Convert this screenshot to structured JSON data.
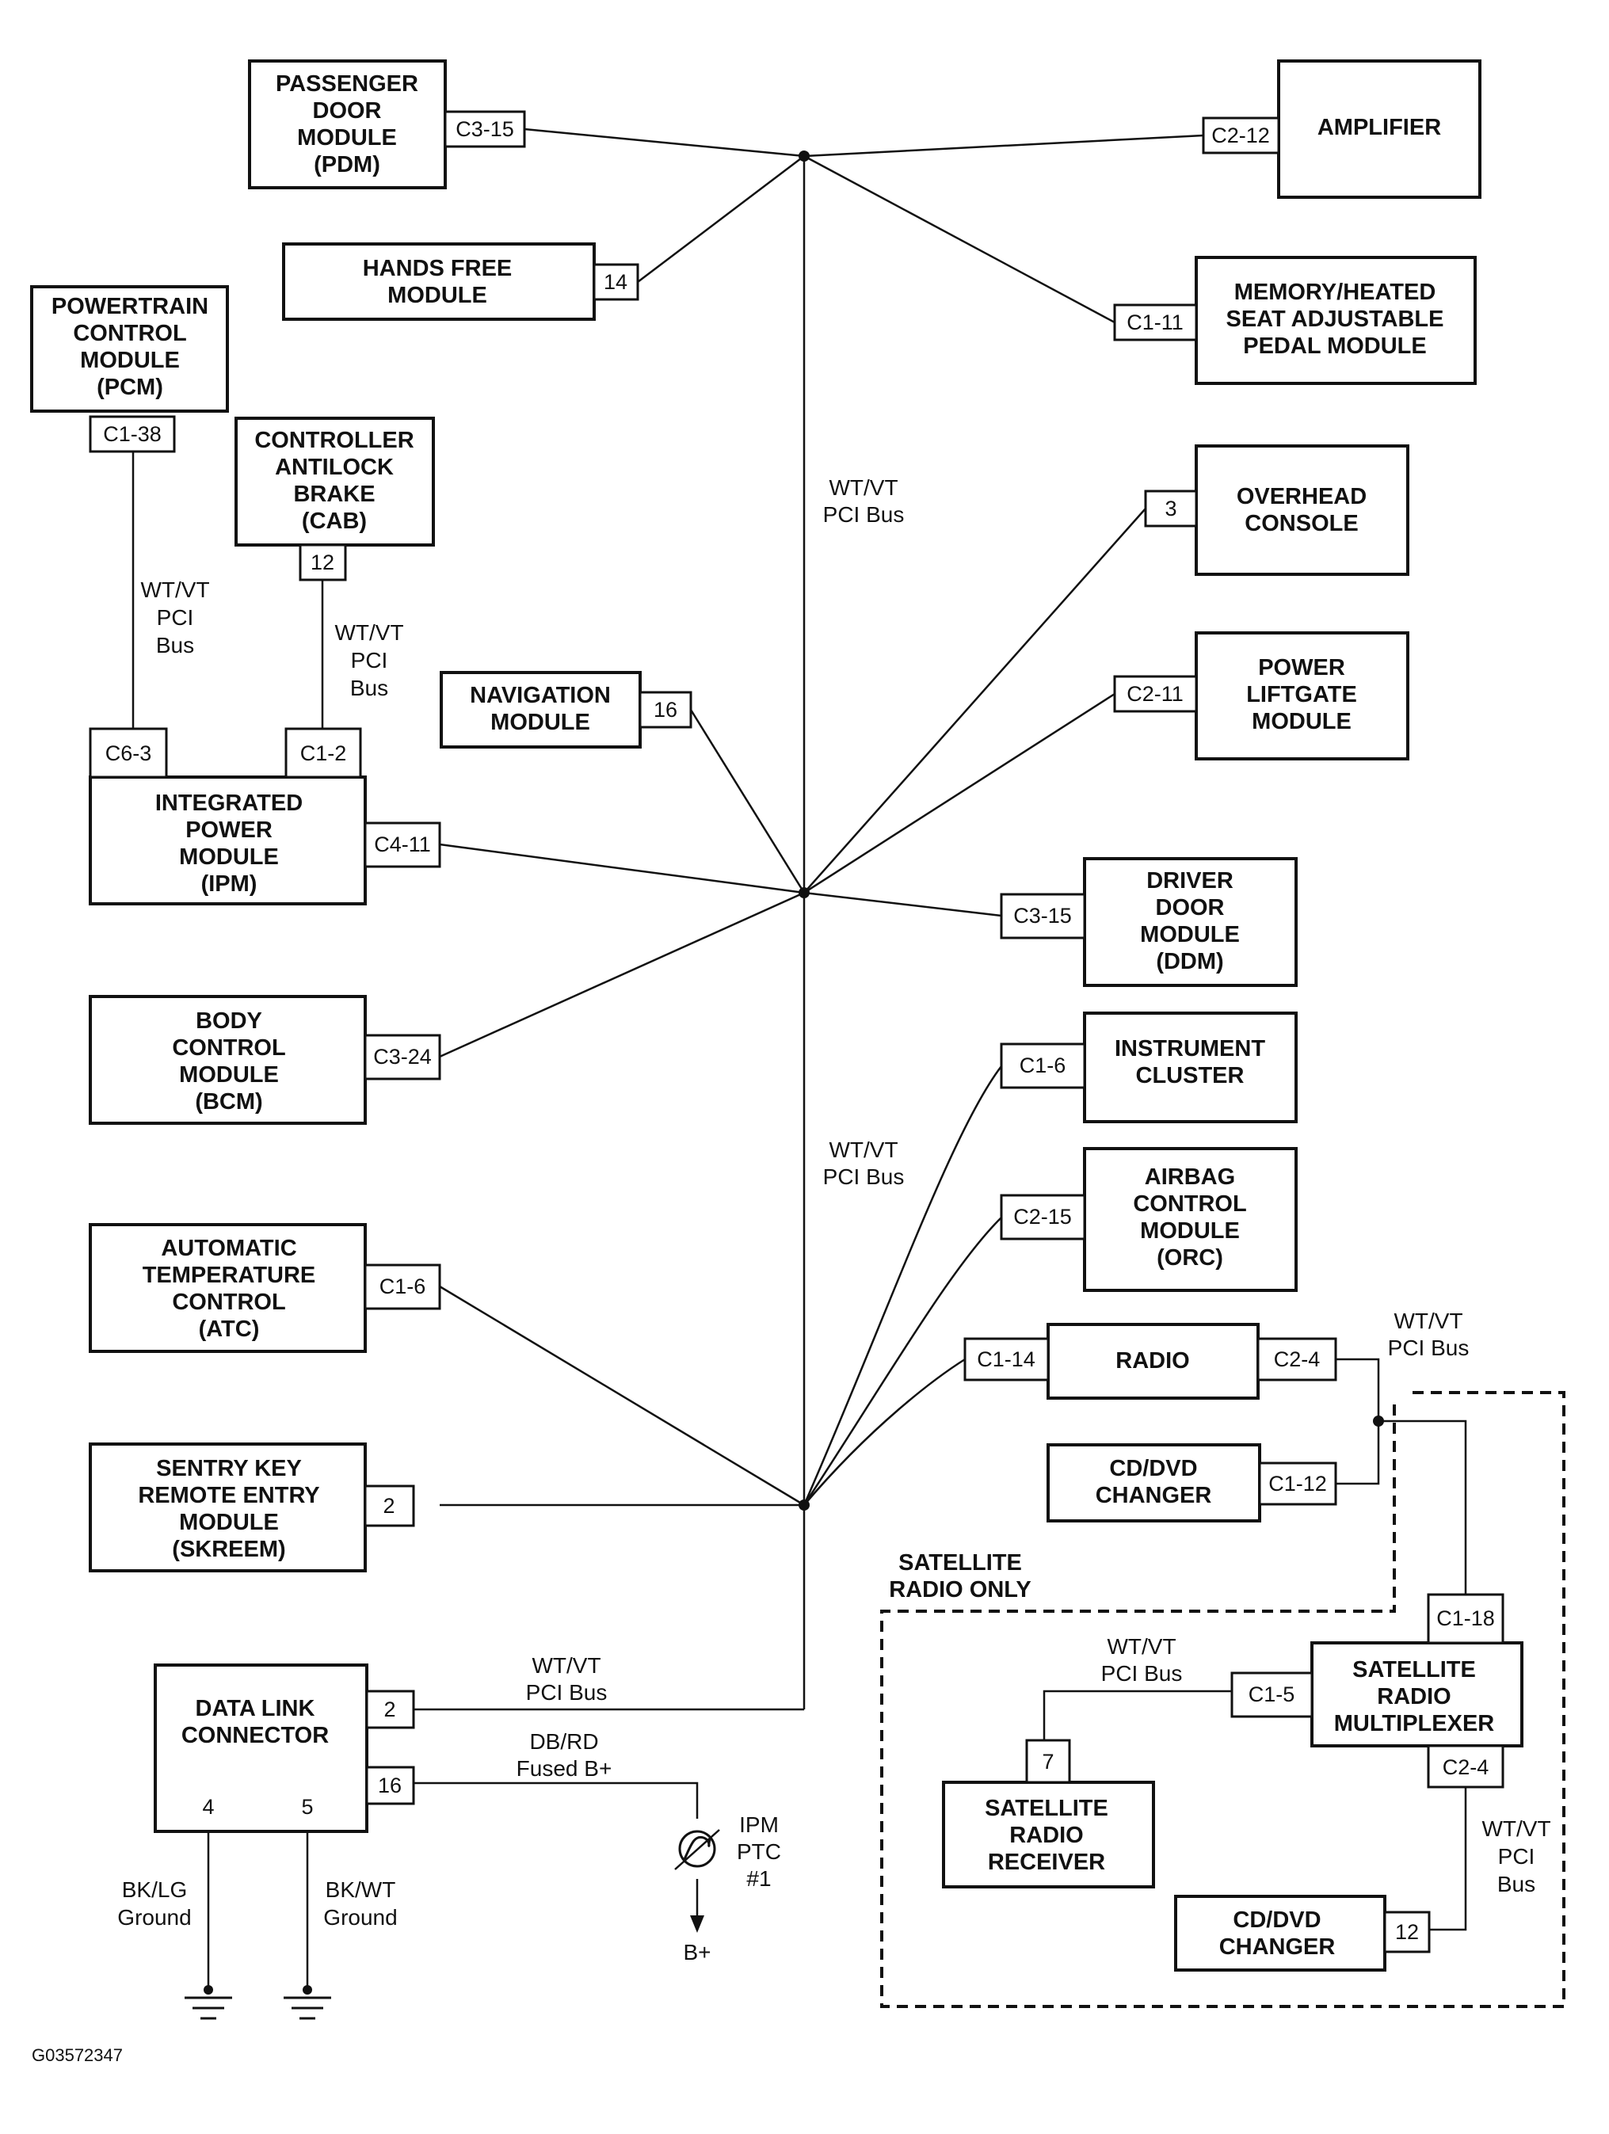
{
  "modules": {
    "pdm": "PASSENGER\nDOOR\nMODULE\n(PDM)",
    "amplifier": "AMPLIFIER",
    "hands_free": "HANDS FREE\nMODULE",
    "memory_seat": "MEMORY/HEATED\nSEAT ADJUSTABLE\nPEDAL MODULE",
    "pcm": "POWERTRAIN\nCONTROL\nMODULE\n(PCM)",
    "cab": "CONTROLLER\nANTILOCK\nBRAKE\n(CAB)",
    "overhead": "OVERHEAD\nCONSOLE",
    "navigation": "NAVIGATION\nMODULE",
    "liftgate": "POWER\nLIFTGATE\nMODULE",
    "ipm": "INTEGRATED\nPOWER\nMODULE\n(IPM)",
    "ddm": "DRIVER\nDOOR\nMODULE\n(DDM)",
    "bcm": "BODY\nCONTROL\nMODULE\n(BCM)",
    "cluster": "INSTRUMENT\nCLUSTER",
    "airbag": "AIRBAG\nCONTROL\nMODULE\n(ORC)",
    "atc": "AUTOMATIC\nTEMPERATURE\nCONTROL\n(ATC)",
    "radio": "RADIO",
    "cd_dvd_1": "CD/DVD\nCHANGER",
    "skreem": "SENTRY KEY\nREMOTE ENTRY\nMODULE\n(SKREEM)",
    "dlc": "DATA LINK\nCONNECTOR",
    "sat_mux": "SATELLITE\nRADIO\nMULTIPLEXER",
    "sat_receiver": "SATELLITE\nRADIO\nRECEIVER",
    "cd_dvd_2": "CD/DVD\nCHANGER"
  },
  "pins": {
    "pdm": "C3-15",
    "amplifier": "C2-12",
    "hands_free": "14",
    "memory_seat": "C1-11",
    "pcm": "C1-38",
    "cab": "12",
    "overhead": "3",
    "navigation": "16",
    "liftgate": "C2-11",
    "ipm_left": "C6-3",
    "ipm_mid": "C1-2",
    "ipm_right": "C4-11",
    "ddm": "C3-15",
    "bcm": "C3-24",
    "cluster": "C1-6",
    "airbag": "C2-15",
    "atc": "C1-6",
    "radio_left": "C1-14",
    "radio_right": "C2-4",
    "cd_dvd_1": "C1-12",
    "skreem": "2",
    "dlc_2": "2",
    "dlc_16": "16",
    "dlc_4": "4",
    "dlc_5": "5",
    "mux_top": "C1-18",
    "mux_left": "C1-5",
    "mux_bottom": "C2-4",
    "receiver": "7",
    "cd_dvd_2": "12"
  },
  "wire_labels": {
    "main_upper": "WT/VT\nPCI Bus",
    "main_lower": "WT/VT\nPCI Bus",
    "pcm_bus": "WT/VT\nPCI\nBus",
    "cab_bus": "WT/VT\nPCI\nBus",
    "radio_bus": "WT/VT\nPCI Bus",
    "dlc_bus": "WT/VT\nPCI Bus",
    "dlc_fused": "DB/RD\nFused B+",
    "sat_bus": "WT/VT\nPCI Bus",
    "mux_bus": "WT/VT\nPCI\nBus",
    "ground_4": "BK/LG\nGround",
    "ground_5": "BK/WT\nGround"
  },
  "fuse_label": "IPM\nPTC\n#1",
  "b_plus": "B+",
  "satellite_region": "SATELLITE\nRADIO ONLY",
  "figure_id": "G03572347"
}
